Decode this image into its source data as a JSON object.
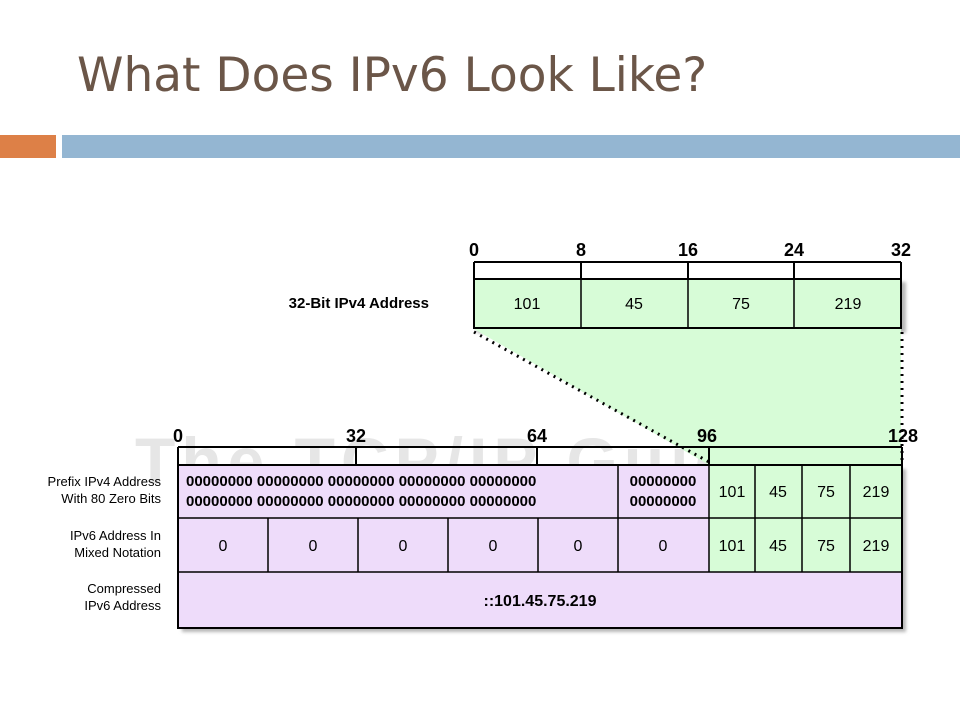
{
  "slide": {
    "title": "What Does IPv6 Look Like?"
  },
  "colors": {
    "title": "#6b5648",
    "accent_orange": "#dd8047",
    "accent_blue": "#94b6d2",
    "green_fill": "#d7fcd7",
    "purple_fill": "#eedcfa",
    "border": "#000000"
  },
  "ipv4": {
    "label": "32-Bit IPv4 Address",
    "ticks": [
      "0",
      "8",
      "16",
      "24",
      "32"
    ],
    "octets": [
      "101",
      "45",
      "75",
      "219"
    ]
  },
  "ipv6": {
    "ticks": [
      "0",
      "32",
      "64",
      "96",
      "128"
    ],
    "watermark": "The TCP/IP Guide",
    "rows": [
      {
        "label_line1": "Prefix IPv4 Address",
        "label_line2": "With 80 Zero Bits",
        "binary_groups": [
          [
            "00000000 00000000",
            "00000000 00000000"
          ],
          [
            "00000000 00000000",
            "00000000 00000000"
          ],
          [
            "00000000 00000000",
            "00000000 00000000"
          ],
          [
            "00000000 00000000",
            "00000000 00000000"
          ],
          [
            "00000000 00000000",
            "00000000 00000000"
          ]
        ],
        "binary_last_line1": "00000000",
        "binary_last_line2": "00000000",
        "binary_line1": "00000000 00000000 00000000 00000000 00000000",
        "binary_line2": "00000000 00000000 00000000 00000000 00000000",
        "octets": [
          "101",
          "45",
          "75",
          "219"
        ]
      },
      {
        "label_line1": "IPv6 Address In",
        "label_line2": "Mixed Notation",
        "zero_groups": [
          "0",
          "0",
          "0",
          "0",
          "0",
          "0"
        ],
        "octets": [
          "101",
          "45",
          "75",
          "219"
        ]
      },
      {
        "label_line1": "Compressed",
        "label_line2": "IPv6 Address",
        "value": "::101.45.75.219"
      }
    ]
  }
}
